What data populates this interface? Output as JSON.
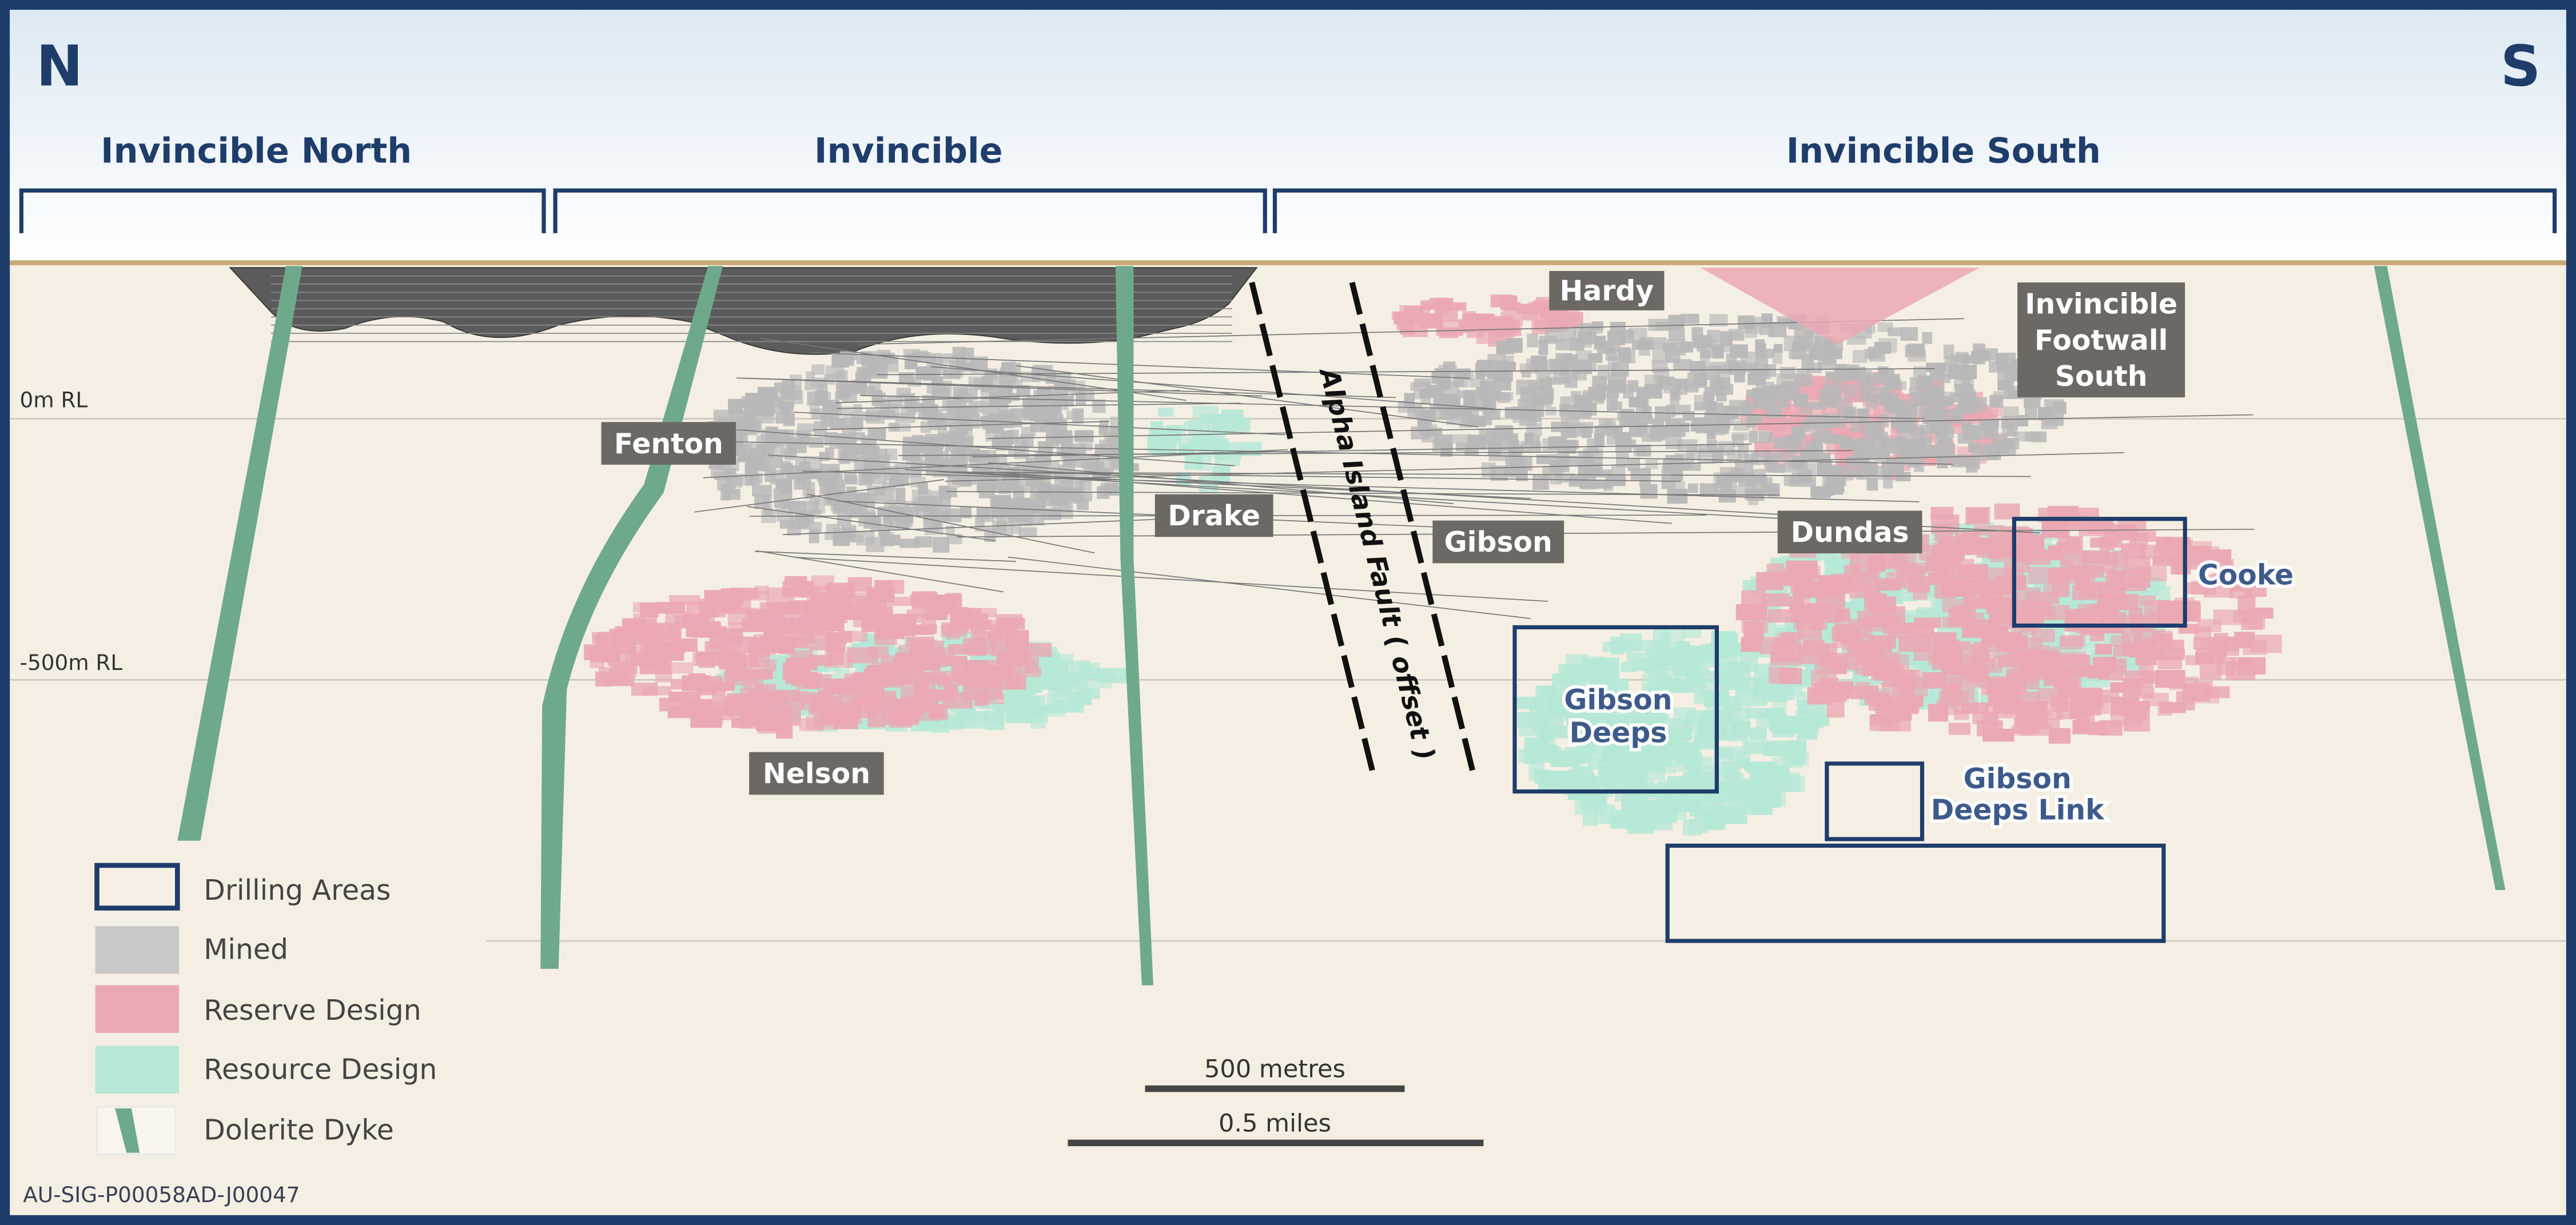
{
  "compass": {
    "north": "N",
    "south": "S"
  },
  "sections": [
    {
      "label": "Invincible North"
    },
    {
      "label": "Invincible"
    },
    {
      "label": "Invincible South"
    }
  ],
  "levels": [
    {
      "label": "0m RL"
    },
    {
      "label": "-500m RL"
    }
  ],
  "orebodies": {
    "hardy": "Hardy",
    "fenton": "Fenton",
    "drake": "Drake",
    "gibson": "Gibson",
    "nelson": "Nelson",
    "dundas": "Dundas",
    "footwall_line1": "Invincible",
    "footwall_line2": "Footwall",
    "footwall_line3": "South"
  },
  "drilling_areas": {
    "cooke": "Cooke",
    "gibson_deeps_line1": "Gibson",
    "gibson_deeps_line2": "Deeps",
    "gibson_deeps_link_line1": "Gibson",
    "gibson_deeps_link_line2": "Deeps Link"
  },
  "fault": {
    "label": "Alpha Island Fault ( offset )"
  },
  "legend": [
    {
      "label": "Drilling Areas"
    },
    {
      "label": "Mined",
      "color": "#c8c8c8"
    },
    {
      "label": "Reserve Design",
      "color": "#eaa8b3"
    },
    {
      "label": "Resource Design",
      "color": "#b6e8d6"
    },
    {
      "label": "Dolerite Dyke",
      "color": "#6fa98c"
    }
  ],
  "scale_bar": {
    "metric": "500 metres",
    "imperial": "0.5 miles"
  },
  "footer_code": "AU-SIG-P00058AD-J00047",
  "colors": {
    "frame": "#1f3d6b",
    "background": "#f5efe3",
    "surface": "#c8a878",
    "mined": "#c8c8c8",
    "reserve": "#eaa8b3",
    "resource": "#b6e8d6",
    "dyke": "#6fa98c"
  }
}
